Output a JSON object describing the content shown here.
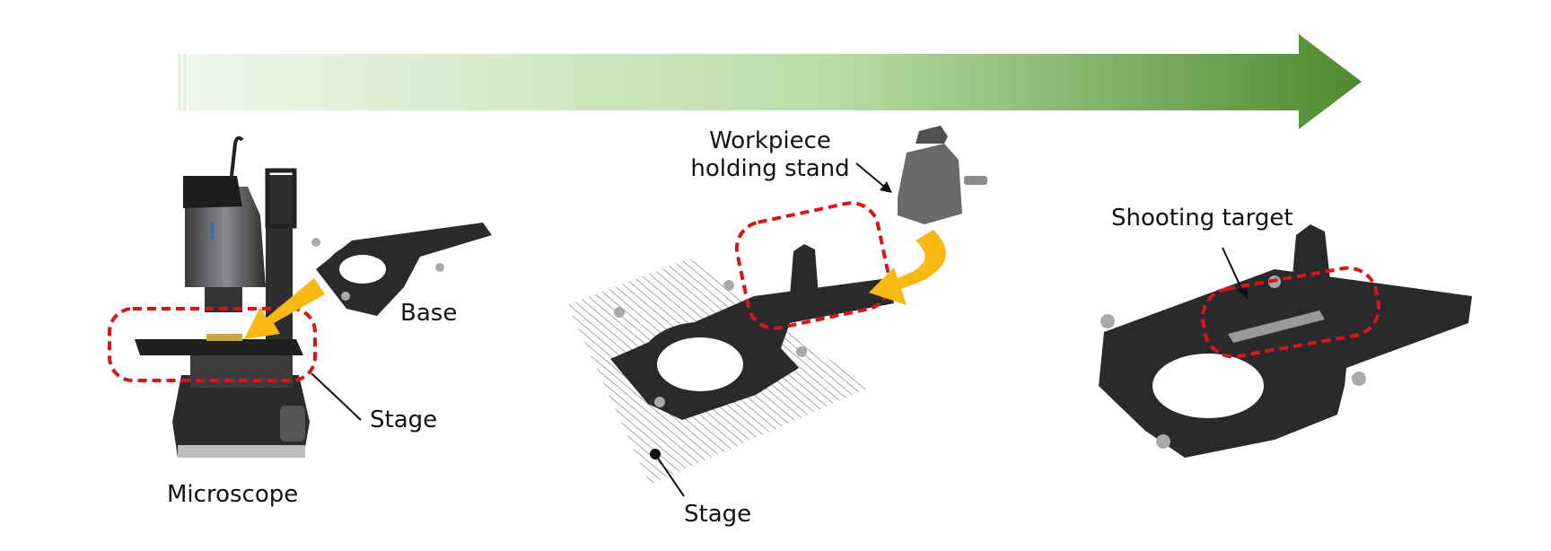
{
  "labels": {
    "base": "Base",
    "stage_left": "Stage",
    "microscope": "Microscope",
    "workpiece_line1": "Workpiece",
    "workpiece_line2": "holding stand",
    "stage_middle": "Stage",
    "shooting_target": "Shooting target"
  },
  "colors": {
    "arrow_start": "#e8f4e2",
    "arrow_end": "#4e8a30",
    "insert_arrow": "#f8b912",
    "highlight": "#d41818",
    "fixture": "#2a2a2c",
    "stand": "#666668"
  }
}
